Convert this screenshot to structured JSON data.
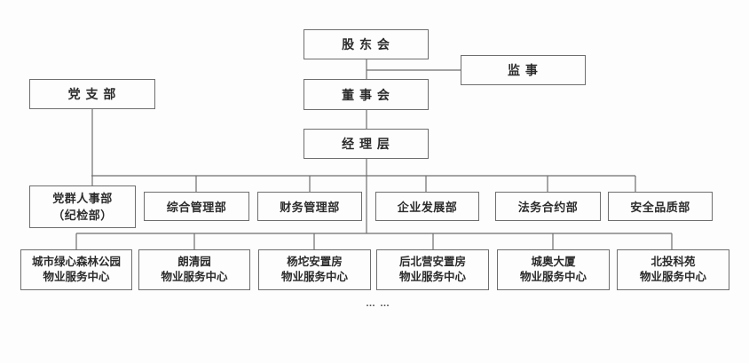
{
  "org_chart": {
    "top": {
      "shareholders": "股 东 会",
      "supervisor": "监 事",
      "party_branch": "党 支 部",
      "board": "董 事 会",
      "management": "经 理 层"
    },
    "departments": [
      {
        "line1": "党群人事部",
        "line2": "（纪检部）"
      },
      {
        "line1": "综合管理部"
      },
      {
        "line1": "财务管理部"
      },
      {
        "line1": "企业发展部"
      },
      {
        "line1": "法务合约部"
      },
      {
        "line1": "安全品质部"
      }
    ],
    "service_centers": [
      {
        "line1": "城市绿心森林公园",
        "line2": "物业服务中心"
      },
      {
        "line1": "朗清园",
        "line2": "物业服务中心"
      },
      {
        "line1": "杨坨安置房",
        "line2": "物业服务中心"
      },
      {
        "line1": "后北营安置房",
        "line2": "物业服务中心"
      },
      {
        "line1": "城奥大厦",
        "line2": "物业服务中心"
      },
      {
        "line1": "北投科苑",
        "line2": "物业服务中心"
      }
    ],
    "ellipsis": "… …",
    "colors": {
      "box_border": "#6e6e6e",
      "connector_line": "#6e6e6e",
      "text": "#2b2b2b",
      "background": "#fdfdfd"
    }
  }
}
